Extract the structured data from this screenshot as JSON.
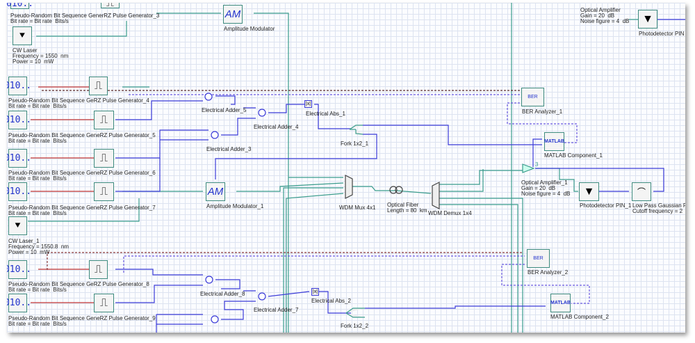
{
  "components": {
    "prbs3": {
      "label": "Pseudo-Random Bit Sequence GenerRZ Pulse Generator_3",
      "param": "Bit rate = Bit rate  Bits/s",
      "icon_text": "010.."
    },
    "cw_laser": {
      "label": "CW Laser",
      "freq": "Frequency = 1550  nm",
      "power": "Power = 10  mW"
    },
    "am": {
      "label": "Amplitude Modulator",
      "icon_text": "AM"
    },
    "opt_amp": {
      "label": "Optical Amplifier",
      "gain": "Gain = 20  dB",
      "nf": "Noise figure = 4  dB"
    },
    "pd": {
      "label": "Photodetector PIN"
    },
    "prbs4": {
      "label": "Pseudo-Random Bit Sequence GeRZ Pulse Generator_4",
      "param": "Bit rate = Bit rate  Bits/s",
      "icon_text": "010.."
    },
    "prbs5": {
      "label": "Pseudo-Random Bit Sequence GeneRZ Pulse Generator_5",
      "param": "Bit rate = Bit rate  Bits/s",
      "icon_text": "010.."
    },
    "prbs6": {
      "label": "Pseudo-Random Bit Sequence GeneRZ Pulse Generator_6",
      "param": "Bit rate = Bit rate  Bits/s",
      "icon_text": "010.."
    },
    "prbs7": {
      "label": "Pseudo-Random Bit Sequence GeneRZ Pulse Generator_7",
      "param": "Bit rate = Bit rate  Bits/s",
      "icon_text": "010.."
    },
    "am1": {
      "label": "Amplitude Modulator_1",
      "icon_text": "AM"
    },
    "cw_laser1": {
      "label": "CW Laser_1",
      "freq": "Frequency = 1550.8  nm",
      "power": "Power = 10  mW"
    },
    "prbs8": {
      "label": "Pseudo-Random Bit Sequence GeRZ Pulse Generator_8",
      "param": "Bit rate = Bit rate  Bits/s",
      "icon_text": "010.."
    },
    "prbs9": {
      "label": "Pseudo-Random Bit Sequence GeneRZ Pulse Generator_9",
      "param": "Bit rate = Bit rate  Bits/s",
      "icon_text": "010.."
    },
    "adder5": {
      "label": "Electrical Adder_5"
    },
    "adder4": {
      "label": "Electrical Adder_4"
    },
    "adder3": {
      "label": "Electrical Adder_3"
    },
    "adder8": {
      "label": "Electrical Adder_8"
    },
    "adder7": {
      "label": "Electrical Adder_7"
    },
    "abs1": {
      "label": "Electrical Abs_1"
    },
    "abs2": {
      "label": "Electrical Abs_2"
    },
    "fork1": {
      "label": "Fork 1x2_1"
    },
    "fork2": {
      "label": "Fork 1x2_2"
    },
    "mux": {
      "label": "WDM Mux 4x1"
    },
    "fiber": {
      "label": "Optical Fiber",
      "length": "Length = 80  km"
    },
    "demux": {
      "label": "WDM Demux 1x4"
    },
    "ber1": {
      "label": "BER Analyzer_1",
      "icon_text": "BER"
    },
    "matlab1": {
      "label": "MATLAB Component_1",
      "icon_text": "MATLAB"
    },
    "opt_amp1": {
      "label": "Optical Amplifier_1",
      "gain": "Gain = 20  dB",
      "nf": "Noise figure = 4  dB",
      "port_text": "3"
    },
    "pd1": {
      "label": "Photodetector PIN_1"
    },
    "lpf": {
      "label": "Low Pass Gaussian F",
      "cutoff": "Cutoff frequency = 2"
    },
    "ber2": {
      "label": "BER Analyzer_2",
      "icon_text": "BER"
    },
    "matlab2": {
      "label": "MATLAB Component_2",
      "icon_text": "MATLAB"
    }
  },
  "colors": {
    "optical": "#3a9c8c",
    "electrical": "#3b3bd8",
    "binary": "#c03434",
    "monitor": "#6a5ae0",
    "grid": "#dde3f0"
  }
}
